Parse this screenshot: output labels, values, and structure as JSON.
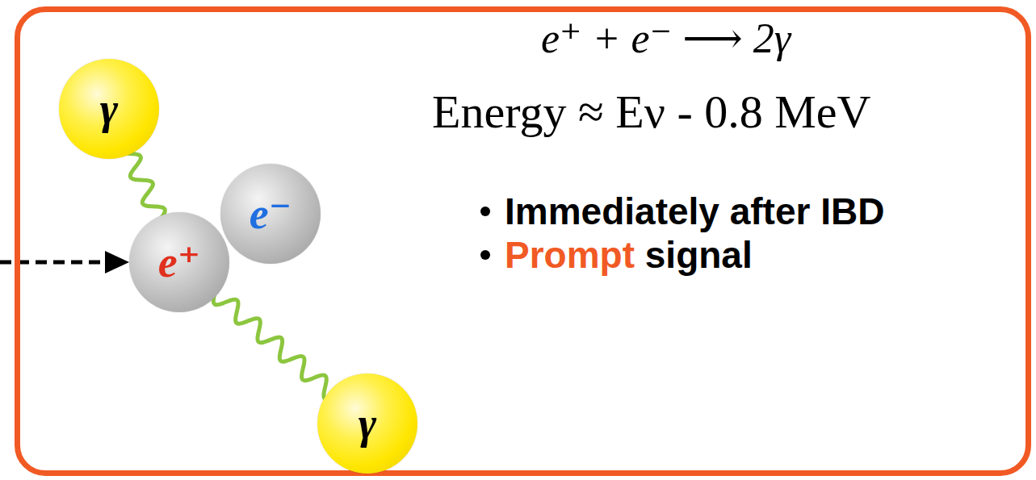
{
  "diagram": {
    "nodes": [
      {
        "text": [
          "e⁺ + e⁻ ⟶ 2γ",
          "Energy ≈ Eν - 0.8 MeV",
          "Immediately after IBD",
          "Prompt signal"
        ]
      },
      {
        "text": [
          "γ"
        ],
        "in": 0
      },
      {
        "text": [
          "e⁻"
        ],
        "in": 0
      },
      {
        "text": [
          "e⁺"
        ],
        "in": 0
      },
      {
        "text": [
          "γ"
        ],
        "in": 0
      }
    ],
    "edges": [
      {
        "from": 3,
        "to": 1,
        "arrow": "none"
      },
      {
        "from": 3,
        "to": 4,
        "arrow": "none"
      }
    ]
  }
}
